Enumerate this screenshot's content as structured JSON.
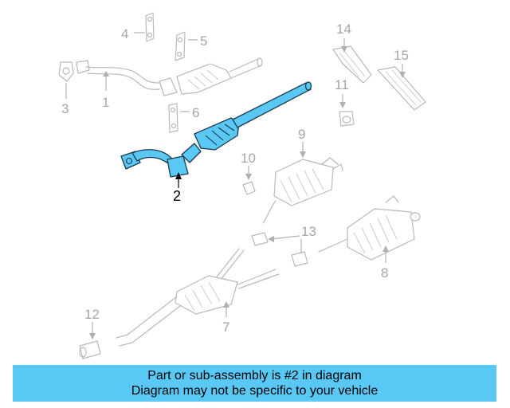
{
  "callouts": {
    "c1": "1",
    "c2": "2",
    "c3": "3",
    "c4": "4",
    "c5": "5",
    "c6": "6",
    "c7": "7",
    "c8": "8",
    "c9": "9",
    "c10": "10",
    "c11": "11",
    "c12": "12",
    "c13": "13",
    "c14": "14",
    "c15": "15"
  },
  "highlight_color": "#5ac8f5",
  "banner": {
    "line1": "Part or sub-assembly is #2 in diagram",
    "line2": "Diagram may not be specific to your vehicle"
  }
}
